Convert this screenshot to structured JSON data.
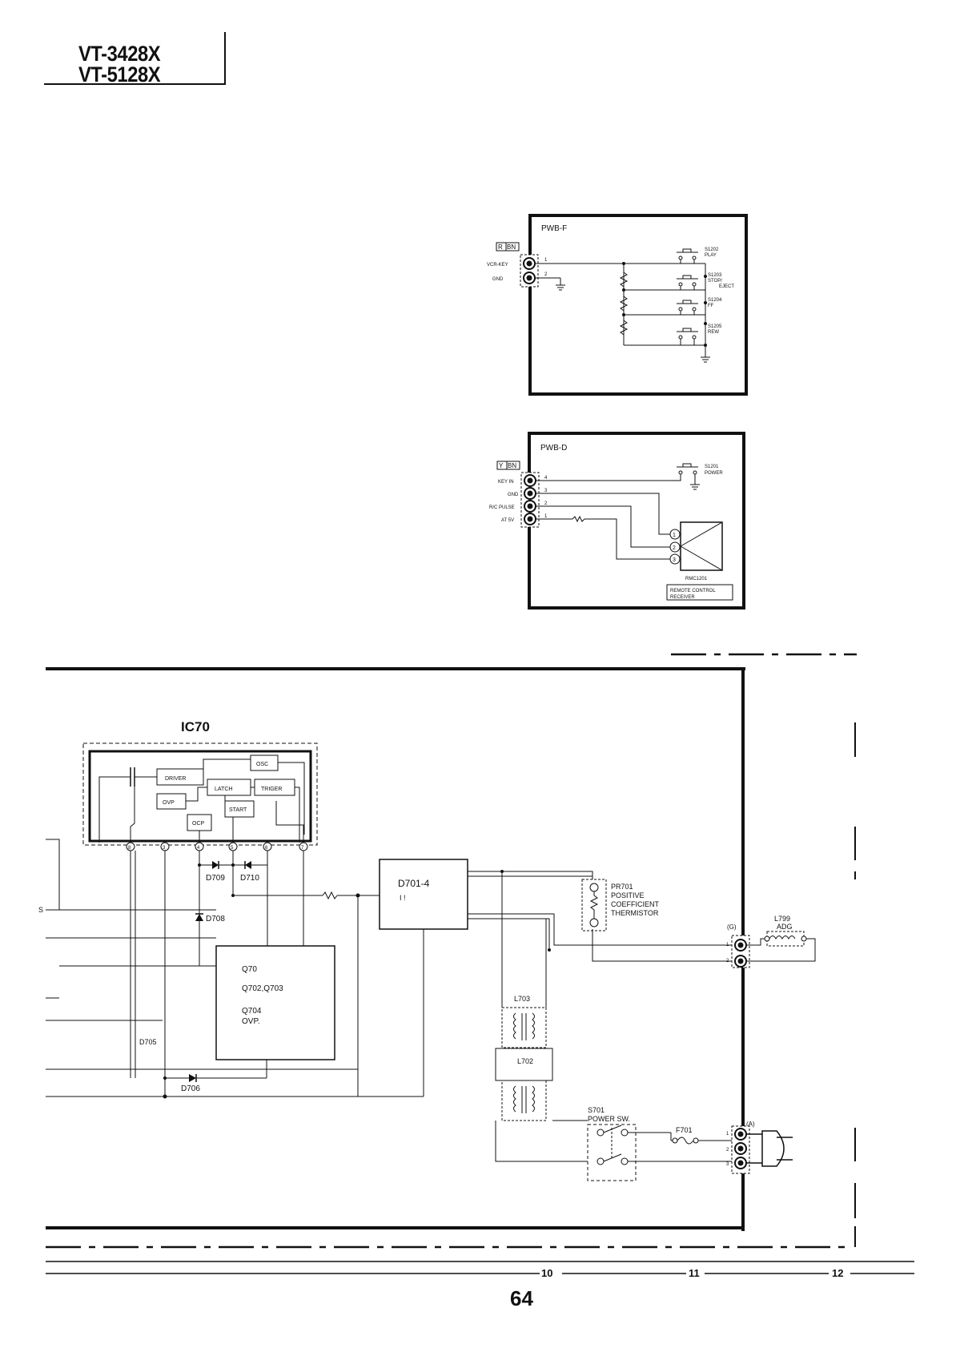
{
  "header": {
    "model_1": "VT-3428X",
    "model_2": "VT-5128X"
  },
  "pwb_f": {
    "title": "PWB-F",
    "connector": "RBN",
    "connector_tag_r": "R",
    "connector_tag_bn": "BN",
    "pin_labels": [
      "VCR-KEY",
      "GND"
    ],
    "pin_numbers": [
      "1",
      "2"
    ],
    "switches": [
      {
        "ref": "S1202",
        "func": "PLAY"
      },
      {
        "ref": "S1203",
        "func": "STOP/",
        "func2": "EJECT"
      },
      {
        "ref": "S1204",
        "func": "FF"
      },
      {
        "ref": "S1205",
        "func": "REW"
      }
    ]
  },
  "pwb_d": {
    "title": "PWB-D",
    "connector_tag_y": "Y",
    "connector_tag_bn": "BN",
    "pin_labels": [
      "KEY IN",
      "GND",
      "R/C PULSE",
      "AT 5V"
    ],
    "pin_numbers": [
      "4",
      "3",
      "2",
      "1"
    ],
    "switch_ref": "S1201",
    "switch_func": "POWER",
    "receiver_ref": "RMC1201",
    "receiver_pins": [
      "1",
      "2",
      "3"
    ],
    "receiver_label_1": "REMOTE CONTROL",
    "receiver_label_2": "RECEIVER"
  },
  "power": {
    "ic_label": "IC70",
    "blocks": [
      "DRIVER",
      "LATCH",
      "OSC",
      "TRIGER",
      "OVP",
      "START",
      "OCP"
    ],
    "ic_pins": [
      "8",
      "3",
      "4",
      "5",
      "6",
      "7"
    ],
    "diodes": [
      "D709",
      "D710",
      "D708",
      "D705",
      "D706"
    ],
    "bridge": "D701-4",
    "bridge_marks": "I        !",
    "q_block": [
      "Q70",
      "Q702,Q703",
      "Q704",
      "OVP."
    ],
    "side_label": "S",
    "thermistor_ref": "PR701",
    "thermistor_desc": [
      "POSITIVE",
      "COEFFICIENT",
      "THERMISTOR"
    ],
    "coil_l703": "L703",
    "coil_l702": "L702",
    "switch_ref": "S701",
    "switch_func": "POWER  SW.",
    "fuse": "F701",
    "l799_ref": "L799",
    "l799_func": "ADG",
    "conn_g": "(G)",
    "conn_a": "(A)",
    "conn_g_pins": [
      "1",
      "2"
    ],
    "conn_a_pins": [
      "1",
      "2",
      "3"
    ]
  },
  "footer": {
    "grid_labels": [
      "10",
      "11",
      "12"
    ],
    "page_number": "64"
  }
}
